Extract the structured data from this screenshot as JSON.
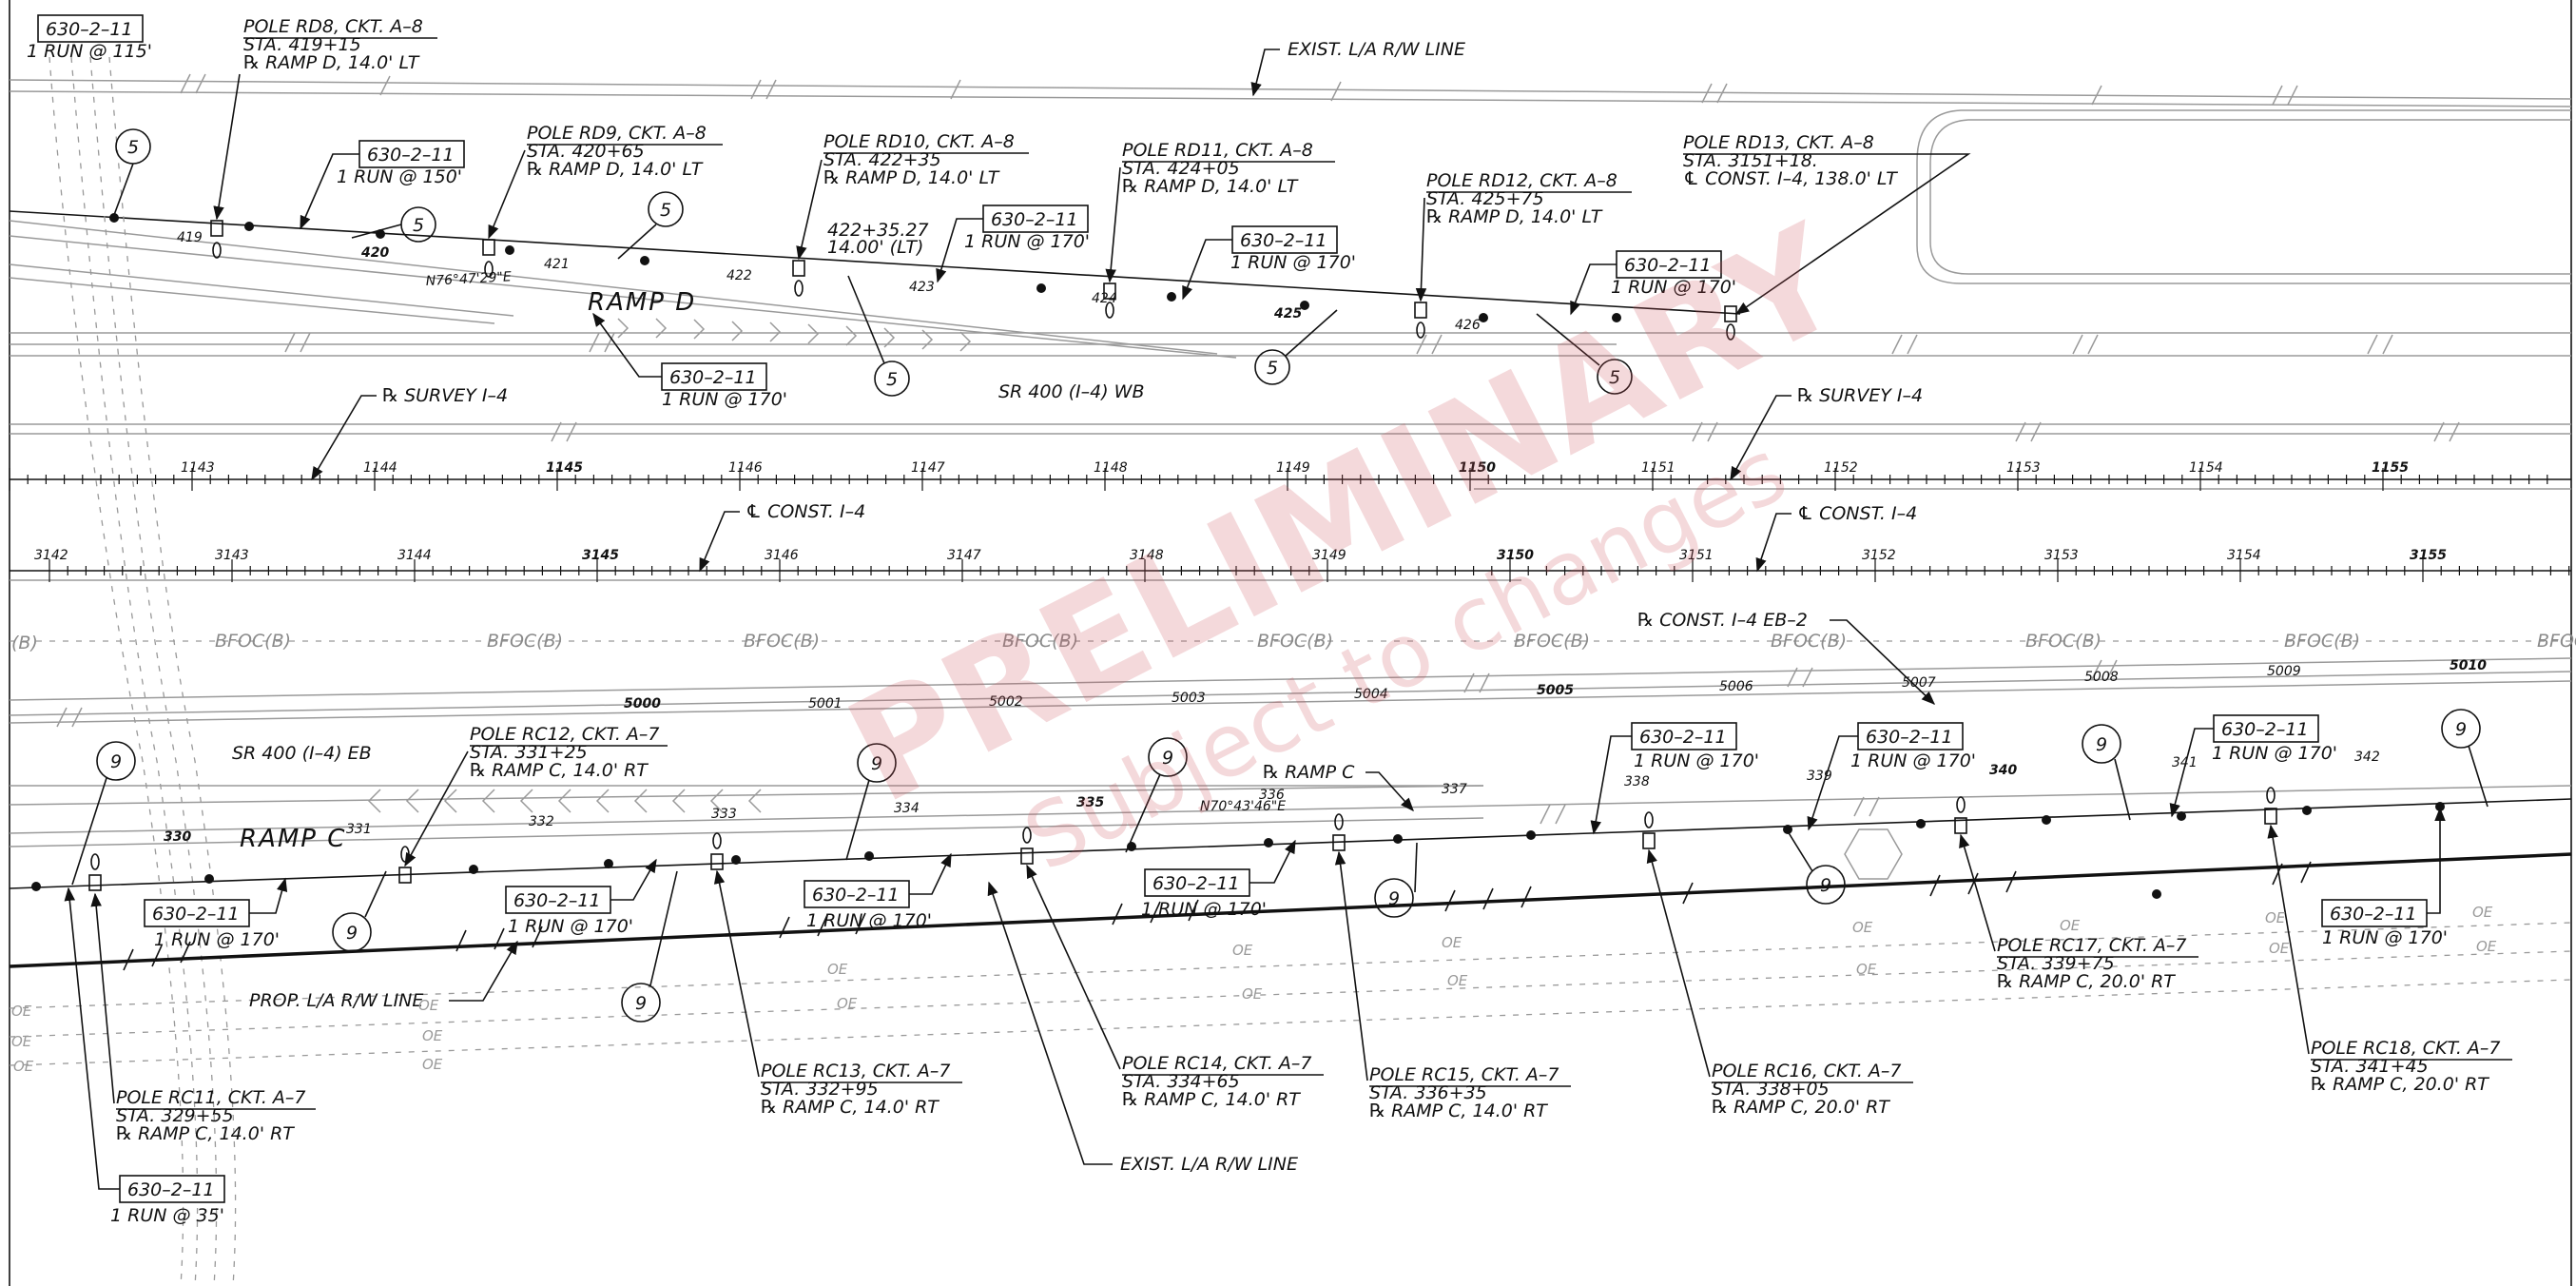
{
  "watermark": {
    "line1": "PRELIMINARY",
    "line2": "Subject to changes",
    "color": "#cd505a"
  },
  "callouts": {
    "run_label": "630–2–11",
    "runs": {
      "r115": "1 RUN @ 115'",
      "r150": "1 RUN @ 150'",
      "r170": "1 RUN @ 170'",
      "r35": "1 RUN @ 35'"
    }
  },
  "poles": {
    "rd8": {
      "name": "POLE RD8, CKT. A–8",
      "sta": "STA. 419+15",
      "off": "℞ RAMP D, 14.0' LT"
    },
    "rd9": {
      "name": "POLE RD9, CKT. A–8",
      "sta": "STA. 420+65",
      "off": "℞ RAMP D, 14.0' LT"
    },
    "rd10": {
      "name": "POLE RD10, CKT. A–8",
      "sta": "STA. 422+35",
      "off": "℞ RAMP D, 14.0' LT"
    },
    "rd11": {
      "name": "POLE RD11, CKT. A–8",
      "sta": "STA. 424+05",
      "off": "℞ RAMP D, 14.0' LT"
    },
    "rd12": {
      "name": "POLE RD12, CKT. A–8",
      "sta": "STA. 425+75",
      "off": "℞ RAMP D, 14.0' LT"
    },
    "rd13": {
      "name": "POLE RD13, CKT. A–8",
      "sta": "STA. 3151+18.",
      "off": "℄ CONST. I–4, 138.0' LT"
    },
    "rc11": {
      "name": "POLE RC11, CKT. A–7",
      "sta": "STA. 329+55",
      "off": "℞ RAMP C, 14.0' RT"
    },
    "rc12": {
      "name": "POLE RC12, CKT. A–7",
      "sta": "STA. 331+25",
      "off": "℞ RAMP C, 14.0' RT"
    },
    "rc13": {
      "name": "POLE RC13, CKT. A–7",
      "sta": "STA. 332+95",
      "off": "℞ RAMP C, 14.0' RT"
    },
    "rc14": {
      "name": "POLE RC14, CKT. A–7",
      "sta": "STA. 334+65",
      "off": "℞ RAMP C, 14.0' RT"
    },
    "rc15": {
      "name": "POLE RC15, CKT. A–7",
      "sta": "STA. 336+35",
      "off": "℞ RAMP C, 14.0' RT"
    },
    "rc16": {
      "name": "POLE RC16, CKT. A–7",
      "sta": "STA. 338+05",
      "off": "℞ RAMP C, 20.0' RT"
    },
    "rc17": {
      "name": "POLE RC17, CKT. A–7",
      "sta": "STA. 339+75",
      "off": "℞ RAMP C, 20.0' RT"
    },
    "rc18": {
      "name": "POLE RC18, CKT. A–7",
      "sta": "STA. 341+45",
      "off": "℞ RAMP C, 20.0' RT"
    }
  },
  "notes": {
    "five": "5",
    "nine": "9"
  },
  "labels": {
    "exist_rw": "EXIST. L/A R/W LINE",
    "prop_rw": "PROP. L/A R/W LINE",
    "ramp_d": "RAMP D",
    "ramp_c": "RAMP C",
    "sr400_wb": "SR 400 (I–4) WB",
    "sr400_eb": "SR 400 (I–4) EB",
    "survey": "℞ SURVEY I–4",
    "const": "℄ CONST. I–4",
    "const_eb2": "℞ CONST. I–4 EB–2",
    "ramp_c_cl": "℞ RAMP C",
    "sta_42235": "422+35.27",
    "off_1400": "14.00' (LT)",
    "bearing_d": "N76°47'29\"E",
    "bearing_c": "N70°43'46\"E",
    "bfoc": "BFOC(B)",
    "bfoc_left": "(B)",
    "oe": "OE"
  },
  "stations": {
    "survey": [
      "1143",
      "1144",
      "1145",
      "1146",
      "1147",
      "1148",
      "1149",
      "1150",
      "1151",
      "1152",
      "1153",
      "1154",
      "1155"
    ],
    "const": [
      "3142",
      "3143",
      "3144",
      "3145",
      "3146",
      "3147",
      "3148",
      "3149",
      "3150",
      "3151",
      "3152",
      "3153",
      "3154",
      "3155"
    ],
    "ramp_d": [
      "419",
      "420",
      "421",
      "422",
      "423",
      "424",
      "425",
      "426"
    ],
    "ramp_c": [
      "330",
      "331",
      "332",
      "333",
      "334",
      "335",
      "336",
      "337",
      "338",
      "339",
      "340",
      "341",
      "342"
    ],
    "eb2": [
      "5000",
      "5001",
      "5002",
      "5003",
      "5004",
      "5005",
      "5006",
      "5007",
      "5008",
      "5009",
      "5010"
    ]
  }
}
